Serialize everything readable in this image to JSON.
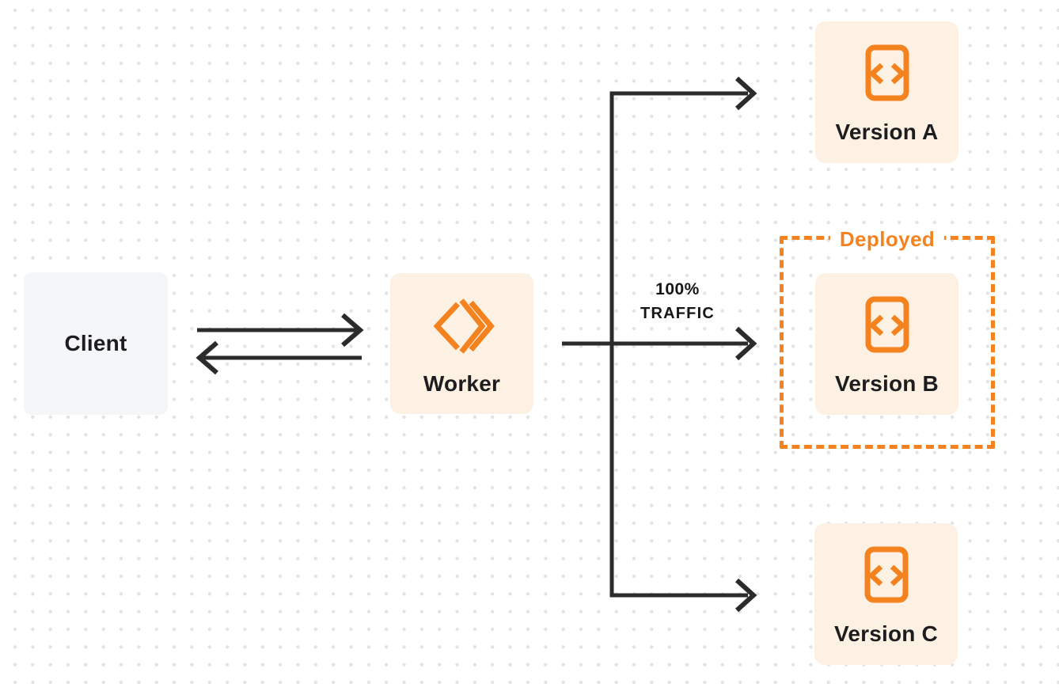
{
  "colors": {
    "accent_orange": "#F4821F",
    "node_cream_bg": "#FDF1E3",
    "client_gray_bg": "#F5F6F7",
    "arrow_dark": "#2B2B2B",
    "label_dark": "#1D1D1F",
    "grid_dot": "#E3E3E6",
    "background": "#FFFFFF"
  },
  "nodes": {
    "client": {
      "label": "Client"
    },
    "worker": {
      "label": "Worker",
      "icon": "cloudflare-workers-icon"
    },
    "version_a": {
      "label": "Version A",
      "icon": "code-file-icon"
    },
    "version_b": {
      "label": "Version B",
      "icon": "code-file-icon"
    },
    "version_c": {
      "label": "Version C",
      "icon": "code-file-icon"
    }
  },
  "annotations": {
    "deployed": {
      "label": "Deployed"
    },
    "traffic": {
      "line1": "100%",
      "line2": "TRAFFIC"
    }
  }
}
